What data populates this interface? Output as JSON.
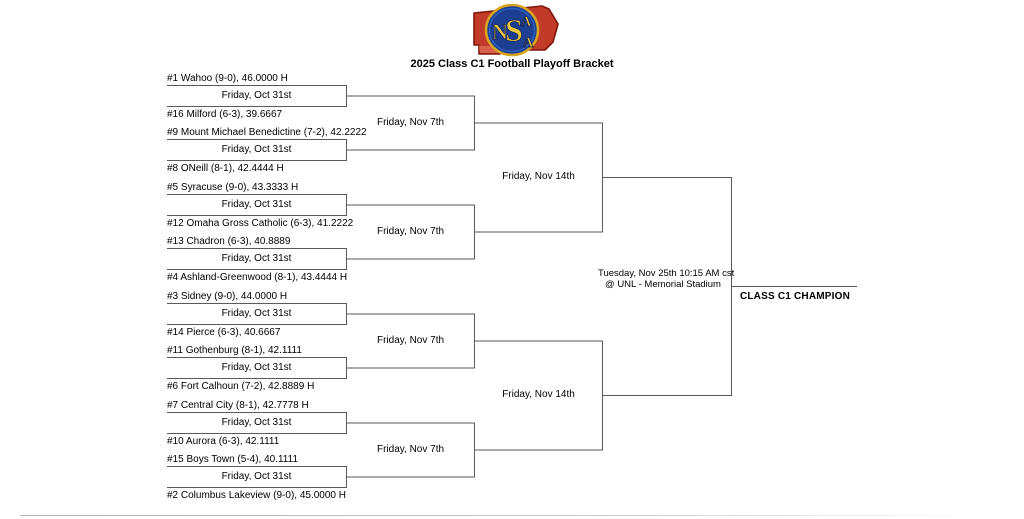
{
  "header": {
    "title": "2025 Class C1 Football Playoff Bracket",
    "logo": {
      "name": "NSAA Nebraska logo",
      "letters": {
        "n": "N",
        "s": "S",
        "a1": "A",
        "a2": "A"
      },
      "colors": {
        "state_red": "#c23a28",
        "state_border": "#7e170c",
        "circle_blue": "#1d3f93",
        "circle_blue_light": "#2e63c4",
        "ring_gold": "#d9a520",
        "letter_gold": "#ecc53f"
      }
    }
  },
  "rounds": {
    "round1_date": "Friday, Oct 31st",
    "round2_date": "Friday, Nov 7th",
    "semifinal_date": "Friday, Nov 14th",
    "final_date_line1": "Tuesday, Nov 25th 10:15 AM cst",
    "final_date_line2": "@ UNL - Memorial Stadium",
    "champion_label": "CLASS C1 CHAMPION"
  },
  "games": [
    {
      "top": "#1 Wahoo (9-0), 46.0000 H",
      "bottom": "#16 Milford (6-3), 39.6667"
    },
    {
      "top": "#9 Mount Michael Benedictine (7-2), 42.2222",
      "bottom": "#8 ONeill (8-1), 42.4444 H"
    },
    {
      "top": "#5 Syracuse (9-0), 43.3333 H",
      "bottom": "#12 Omaha Gross Catholic (6-3), 41.2222"
    },
    {
      "top": "#13 Chadron (6-3), 40.8889",
      "bottom": "#4 Ashland-Greenwood (8-1), 43.4444 H"
    },
    {
      "top": "#3 Sidney (9-0), 44.0000 H",
      "bottom": "#14 Pierce (6-3), 40.6667"
    },
    {
      "top": "#11 Gothenburg (8-1), 42.1111",
      "bottom": "#6 Fort Calhoun (7-2), 42.8889 H"
    },
    {
      "top": "#7 Central City (8-1), 42.7778 H",
      "bottom": "#10 Aurora (6-3), 42.1111"
    },
    {
      "top": "#15 Boys Town (5-4), 40.1111",
      "bottom": "#2 Columbus Lakeview (9-0), 45.0000 H"
    }
  ]
}
